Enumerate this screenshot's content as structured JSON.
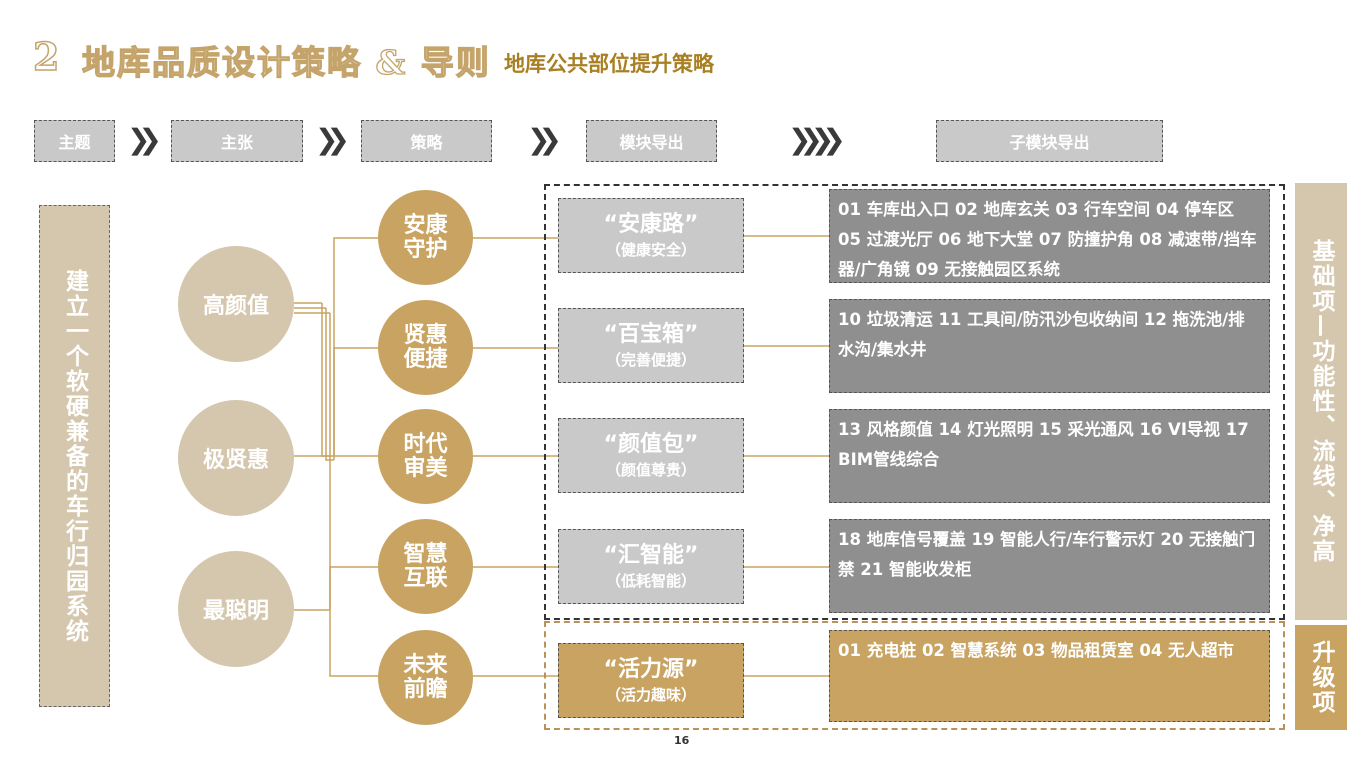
{
  "title": {
    "number": "2",
    "main": "地库品质设计策略 & 导则",
    "sub": "地库公共部位提升策略"
  },
  "headers": [
    {
      "label": "主题"
    },
    {
      "label": "主张"
    },
    {
      "label": "策略"
    },
    {
      "label": "模块导出"
    },
    {
      "label": "子模块导出"
    }
  ],
  "theme": {
    "text": "建立一个软硬兼备的车行归园系统"
  },
  "claims": [
    {
      "label": "高颜值"
    },
    {
      "label": "极贤惠"
    },
    {
      "label": "最聪明"
    }
  ],
  "strategies": [
    {
      "line1": "安康",
      "line2": "守护"
    },
    {
      "line1": "贤惠",
      "line2": "便捷"
    },
    {
      "line1": "时代",
      "line2": "审美"
    },
    {
      "line1": "智慧",
      "line2": "互联"
    },
    {
      "line1": "未来",
      "line2": "前瞻"
    }
  ],
  "modules": [
    {
      "name": "“安康路”",
      "sub": "（健康安全）"
    },
    {
      "name": "“百宝箱”",
      "sub": "（完善便捷）"
    },
    {
      "name": "“颜值包”",
      "sub": "（颜值尊贵）"
    },
    {
      "name": "“汇智能”",
      "sub": "（低耗智能）"
    },
    {
      "name": "“活力源”",
      "sub": "（活力趣味）"
    }
  ],
  "submodules": [
    {
      "text": "01 车库出入口  02 地库玄关  03 行车空间  04 停车区  05 过渡光厅  06 地下大堂  07 防撞护角  08 减速带/挡车器/广角镜  09 无接触园区系统"
    },
    {
      "text": "10 垃圾清运  11 工具间/防汛沙包收纳间  12 拖洗池/排水沟/集水井"
    },
    {
      "text": "13 风格颜值  14 灯光照明  15 采光通风  16 VI导视  17 BIM管线综合"
    },
    {
      "text": "18 地库信号覆盖  19 智能人行/车行警示灯  20 无接触门禁  21 智能收发柜"
    },
    {
      "text": "01 充电桩  02 智慧系统  03 物品租赁室  04 无人超市"
    }
  ],
  "side_labels": {
    "basic": "基础项—功能性、流线、净高",
    "upgrade": "升级项"
  },
  "page_number": "16",
  "colors": {
    "gold": "#c8a362",
    "beige": "#d5c7ad",
    "gray": "#c9c9c9",
    "dark_gray": "#8f8f8f",
    "title_gold": "#a87f22"
  }
}
